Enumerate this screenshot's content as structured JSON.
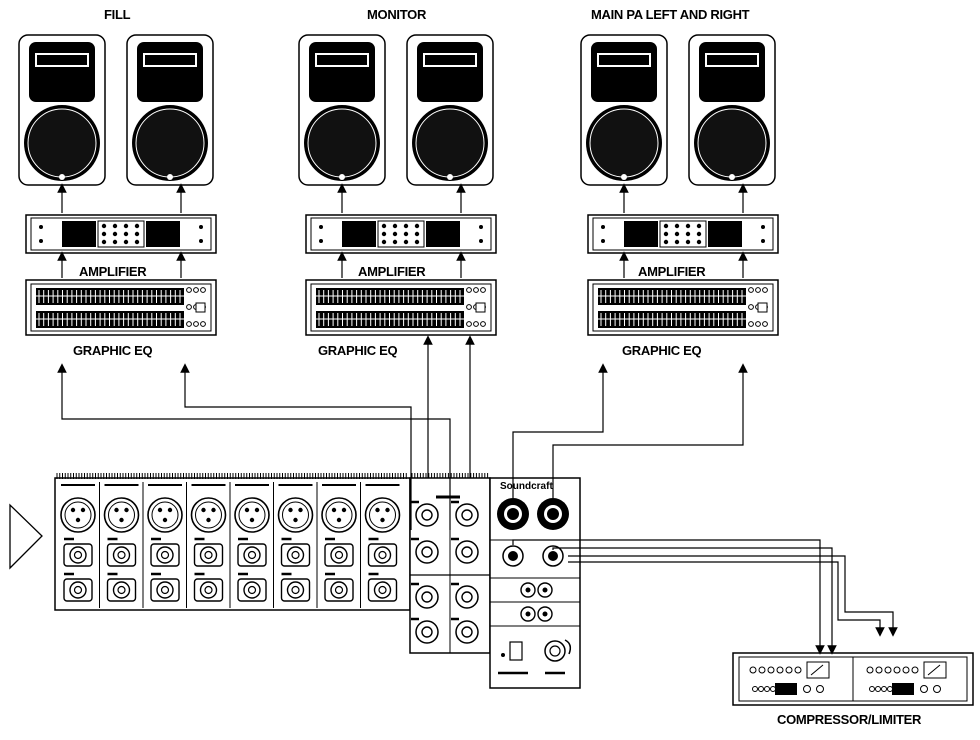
{
  "groups": [
    {
      "title": "FILL",
      "amp_label": "AMPLIFIER",
      "eq_label": "GRAPHIC EQ"
    },
    {
      "title": "MONITOR",
      "amp_label": "AMPLIFIER",
      "eq_label": "GRAPHIC EQ"
    },
    {
      "title": "MAIN PA LEFT AND RIGHT",
      "amp_label": "AMPLIFIER",
      "eq_label": "GRAPHIC EQ"
    }
  ],
  "mixer": {
    "brand": "Soundcraft",
    "channel_count": 8
  },
  "compressor": {
    "label": "COMPRESSOR/LIMITER"
  }
}
